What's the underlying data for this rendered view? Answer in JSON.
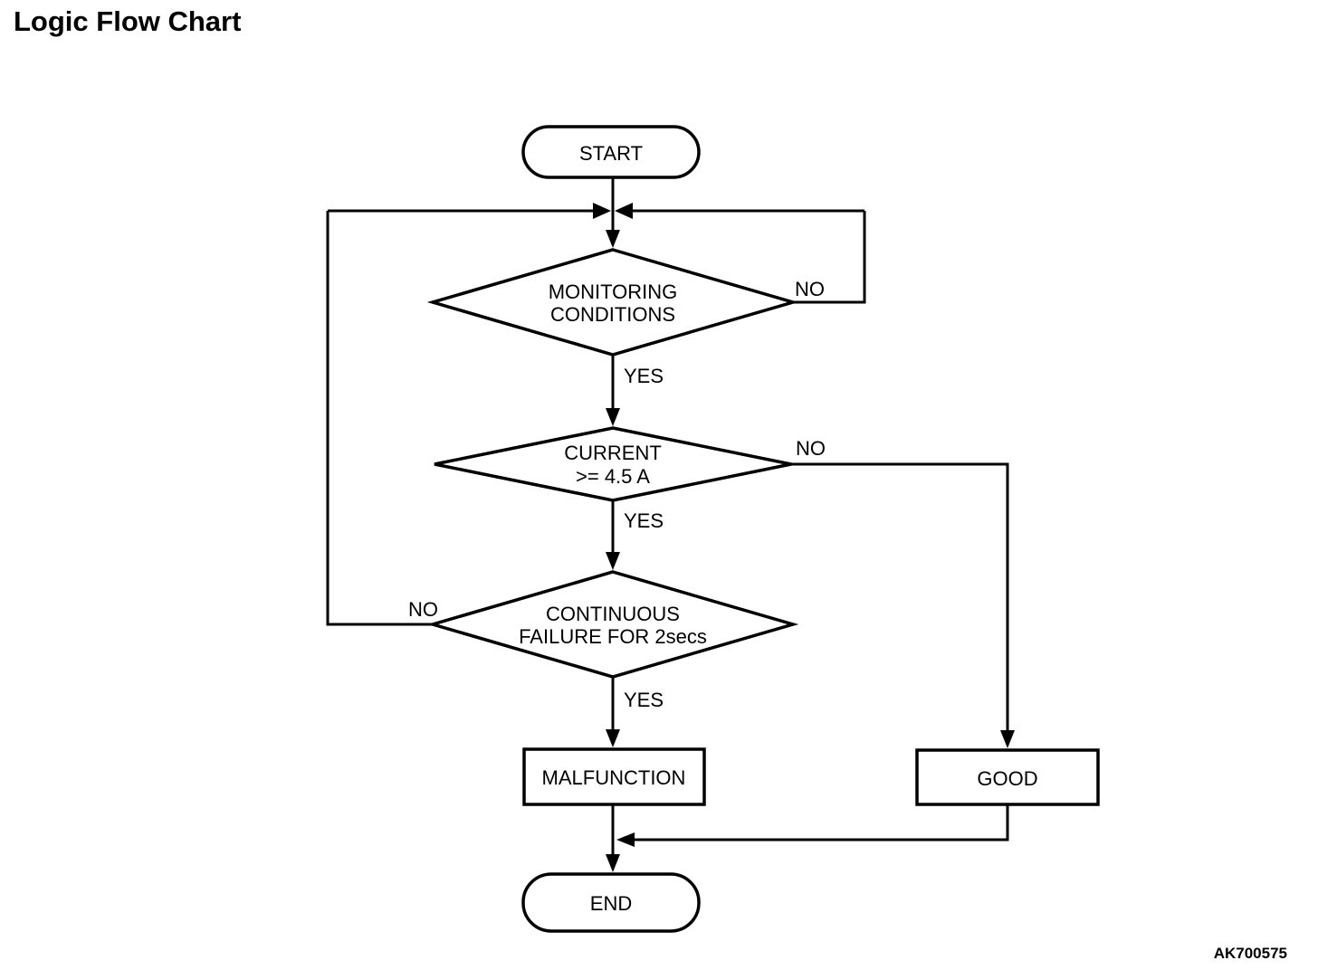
{
  "page": {
    "title": "Logic Flow Chart",
    "figure_code": "AK700575",
    "background_color": "#ffffff",
    "line_color": "#000000"
  },
  "nodes": {
    "start": {
      "type": "terminator",
      "label": "START"
    },
    "monitoring": {
      "type": "decision",
      "line1": "MONITORING",
      "line2": "CONDITIONS"
    },
    "current": {
      "type": "decision",
      "line1": "CURRENT",
      "line2": ">= 4.5 A"
    },
    "continuous": {
      "type": "decision",
      "line1": "CONTINUOUS",
      "line2": "FAILURE FOR 2secs"
    },
    "malfunction": {
      "type": "process",
      "label": "MALFUNCTION"
    },
    "good": {
      "type": "process",
      "label": "GOOD"
    },
    "end": {
      "type": "terminator",
      "label": "END"
    }
  },
  "edge_labels": {
    "monitoring_no": "NO",
    "monitoring_yes": "YES",
    "current_no": "NO",
    "current_yes": "YES",
    "continuous_no": "NO",
    "continuous_yes": "YES"
  }
}
